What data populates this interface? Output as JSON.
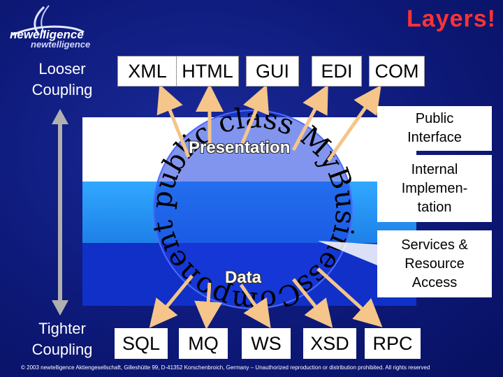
{
  "title": "Layers!",
  "logo": {
    "main": "newelligence",
    "shadow": "newtelligence"
  },
  "left_labels": {
    "top": "Looser\nCoupling",
    "bottom": "Tighter\nCoupling"
  },
  "top_boxes": [
    "XML",
    "HTML",
    "GUI",
    "EDI",
    "COM"
  ],
  "bottom_boxes": [
    "SQL",
    "MQ",
    "WS",
    "XSD",
    "RPC"
  ],
  "right_boxes": [
    "Public\nInterface",
    "Internal\nImplemen-\ntation",
    "Services &\nResource\nAccess"
  ],
  "layers": {
    "presentation": "Presentation",
    "data": "Data"
  },
  "circle_text": "public class MyBusinessComponent",
  "footer": "© 2003 newtelligence Aktiengesellschaft, Gilleshütte 99, D-41352 Korschenbroich, Germany – Unauthorized reproduction or distribution prohibited. All rights reserved",
  "colors": {
    "title": "#ff3333",
    "background": "#0e1a7a",
    "arrow": "#f5c58a",
    "circle": "#1a3ee0"
  }
}
